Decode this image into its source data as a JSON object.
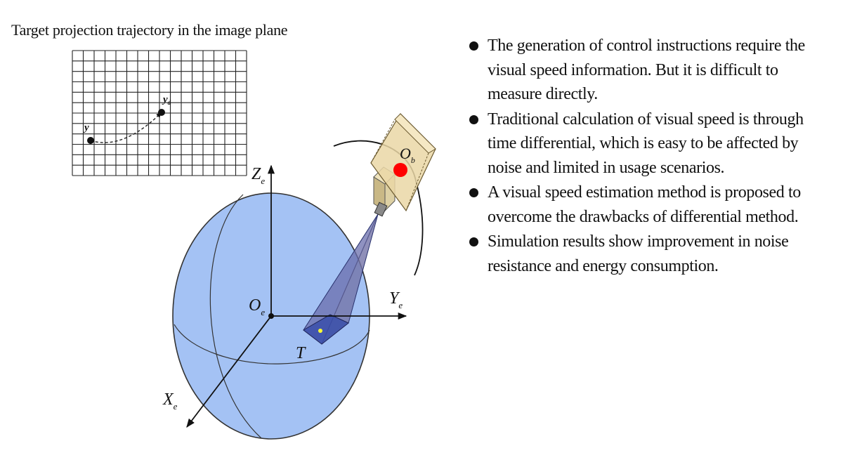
{
  "figure": {
    "grid_title": "Target projection trajectory in the image plane",
    "labels": {
      "y_start": "y",
      "y_desired": "y",
      "y_desired_sub": "d",
      "z_axis": "Z",
      "z_sub": "e",
      "y_axis": "Y",
      "y_sub": "e",
      "x_axis": "X",
      "x_sub": "e",
      "origin": "O",
      "origin_sub": "e",
      "camera": "O",
      "camera_sub": "b",
      "target": "T"
    },
    "colors": {
      "sphere_fill": "#a4c2f4",
      "sphere_stroke": "#333333",
      "camera_box": "#ead7a6",
      "camera_center": "#ff0000",
      "view_cone": "#3c4fa8",
      "target_point": "#ffff33"
    }
  },
  "bullets": [
    "The generation of control instructions require the visual speed information. But it is difficult to measure directly.",
    "Traditional calculation of visual speed is through time differential, which is easy to be affected by noise and limited in usage scenarios.",
    "A visual speed estimation method is proposed to overcome the drawbacks of differential method.",
    "Simulation results show improvement in noise resistance and energy consumption."
  ]
}
